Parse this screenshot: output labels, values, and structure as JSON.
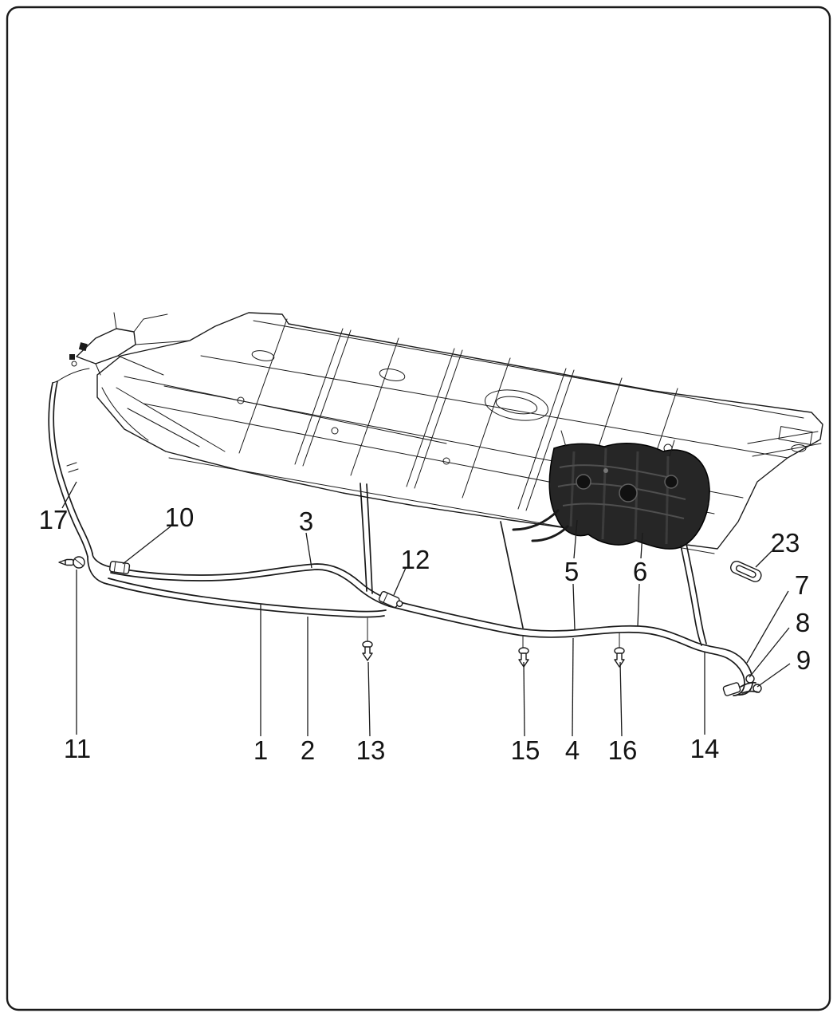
{
  "page": {
    "background": "#ffffff",
    "line_color": "#1a1a1a",
    "border_color": "#1a1a1a"
  },
  "diagram": {
    "description": "Exploded parts diagram of vehicle underbody with fuel line routing and numbered callouts",
    "callouts": [
      {
        "label": "17",
        "text": [
          67,
          651
        ],
        "leaders": [
          [
            78,
            637,
            96,
            604
          ]
        ]
      },
      {
        "label": "10",
        "text": [
          225,
          648
        ],
        "leaders": [
          [
            214,
            660,
            154,
            707
          ]
        ]
      },
      {
        "label": "3",
        "text": [
          384,
          653
        ],
        "leaders": [
          [
            384,
            668,
            391,
            712
          ]
        ]
      },
      {
        "label": "12",
        "text": [
          521,
          701
        ],
        "leaders": [
          [
            509,
            712,
            494,
            746
          ]
        ]
      },
      {
        "label": "5",
        "text": [
          717,
          716
        ],
        "leaders": [
          [
            724,
            652,
            720,
            700
          ],
          [
            719,
            732,
            721,
            789
          ]
        ]
      },
      {
        "label": "6",
        "text": [
          803,
          716
        ],
        "leaders": [
          [
            806,
            668,
            804,
            700
          ],
          [
            802,
            732,
            800,
            785
          ]
        ]
      },
      {
        "label": "23",
        "text": [
          985,
          680
        ],
        "leaders": [
          [
            968,
            691,
            948,
            711
          ]
        ]
      },
      {
        "label": "7",
        "text": [
          1006,
          733
        ],
        "leaders": [
          [
            989,
            741,
            937,
            831
          ]
        ]
      },
      {
        "label": "8",
        "text": [
          1007,
          780
        ],
        "leaders": [
          [
            990,
            787,
            940,
            849
          ]
        ]
      },
      {
        "label": "9",
        "text": [
          1008,
          827
        ],
        "leaders": [
          [
            991,
            832,
            950,
            861
          ]
        ]
      },
      {
        "label": "11",
        "text": [
          97,
          938
        ],
        "leaders": [
          [
            96,
            921,
            96,
            714
          ]
        ]
      },
      {
        "label": "1",
        "text": [
          327,
          940
        ],
        "leaders": [
          [
            327,
            923,
            327,
            758
          ]
        ]
      },
      {
        "label": "2",
        "text": [
          386,
          940
        ],
        "leaders": [
          [
            386,
            923,
            386,
            773
          ]
        ]
      },
      {
        "label": "13",
        "text": [
          465,
          940
        ],
        "leaders": [
          [
            464,
            923,
            462,
            830
          ]
        ]
      },
      {
        "label": "15",
        "text": [
          659,
          940
        ],
        "leaders": [
          [
            658,
            923,
            657,
            830
          ]
        ]
      },
      {
        "label": "4",
        "text": [
          718,
          940
        ],
        "leaders": [
          [
            718,
            923,
            719,
            800
          ]
        ]
      },
      {
        "label": "16",
        "text": [
          781,
          940
        ],
        "leaders": [
          [
            780,
            923,
            778,
            830
          ]
        ]
      },
      {
        "label": "14",
        "text": [
          884,
          938
        ],
        "leaders": [
          [
            884,
            921,
            884,
            818
          ]
        ]
      }
    ]
  }
}
